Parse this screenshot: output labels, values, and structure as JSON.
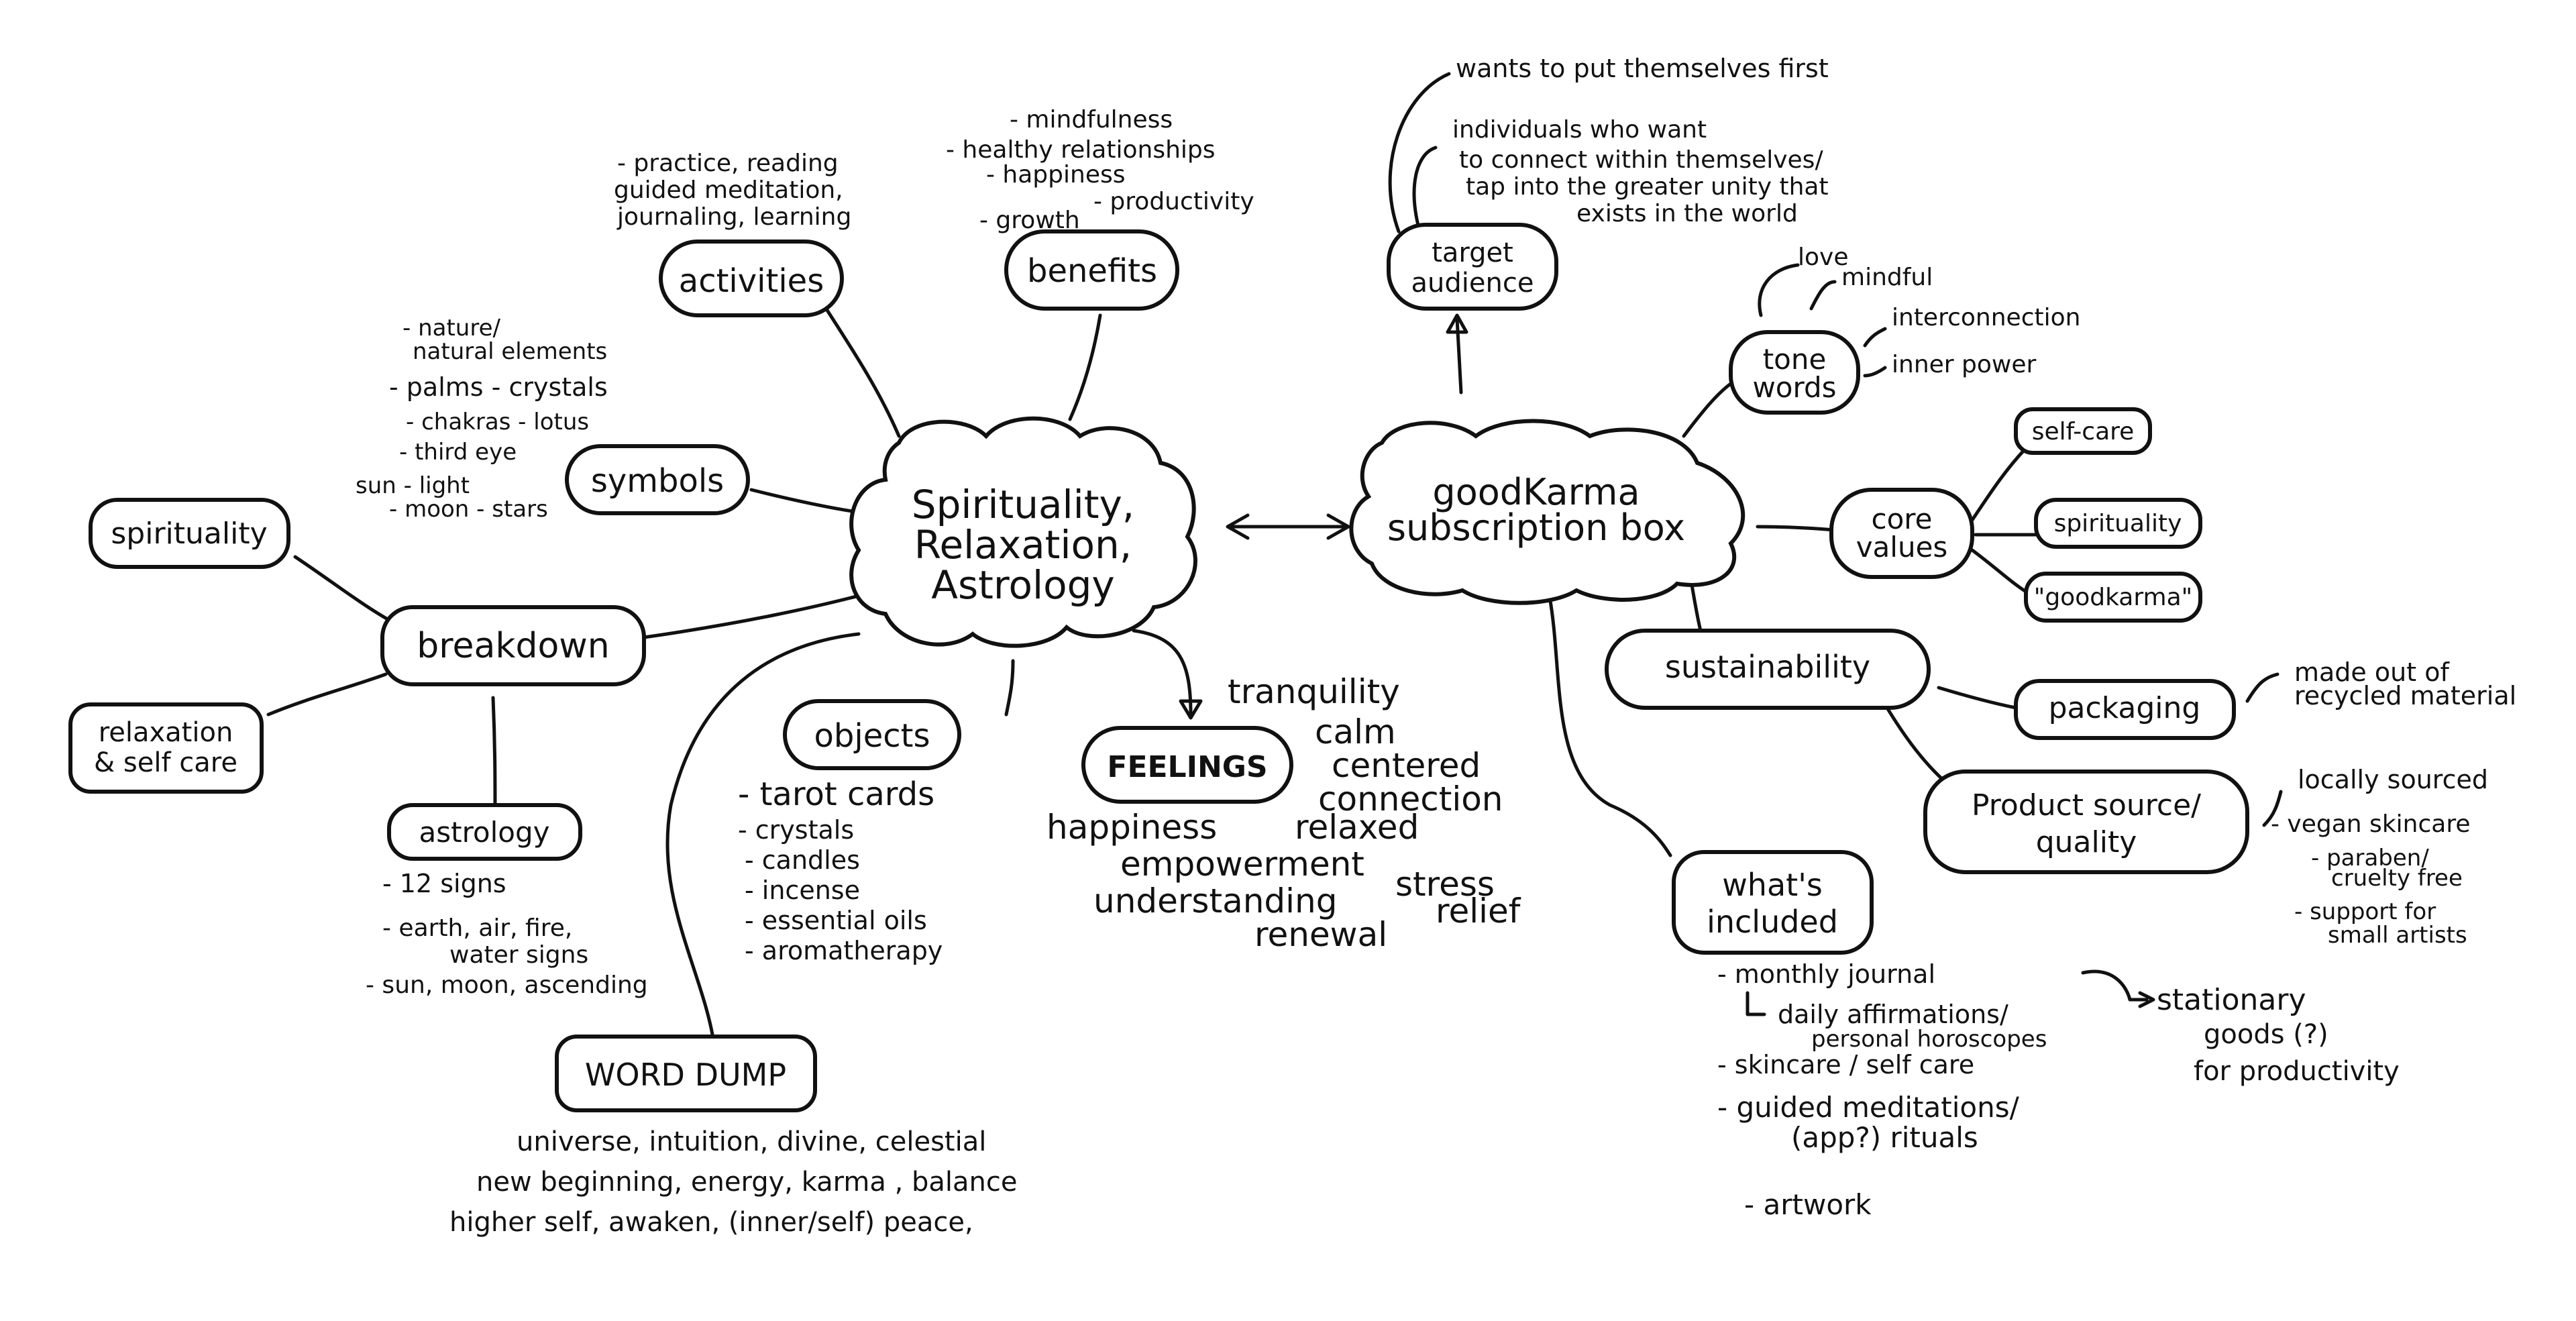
{
  "left_cloud": {
    "line1": "Spirituality,",
    "line2": "Relaxation,",
    "line3": "Astrology"
  },
  "right_cloud": {
    "line1": "goodKarma",
    "line2": "subscription box"
  },
  "activities": {
    "label": "activities",
    "notes": [
      "- practice, reading",
      "guided meditation,",
      "journaling, learning"
    ]
  },
  "benefits": {
    "label": "benefits",
    "notes": [
      "- mindfulness",
      "- healthy relationships",
      "- happiness",
      "- growth",
      "- productivity"
    ]
  },
  "symbols": {
    "label": "symbols",
    "notes": [
      "- nature/",
      "natural elements",
      "- palms  - crystals",
      "- chakras  - lotus",
      "- third eye",
      "sun - light",
      "- moon - stars"
    ]
  },
  "breakdown": {
    "label": "breakdown"
  },
  "spirituality_node": {
    "label": "spirituality"
  },
  "relaxation_node": {
    "line1": "relaxation",
    "line2": "& self care"
  },
  "astrology": {
    "label": "astrology",
    "notes": [
      "- 12 signs",
      "- earth, air, fire,",
      "water signs",
      "- sun, moon, ascending"
    ]
  },
  "objects": {
    "label": "objects",
    "notes": [
      "- tarot cards",
      "- crystals",
      "- candles",
      "- incense",
      "- essential oils",
      "- aromatherapy"
    ]
  },
  "feelings": {
    "label": "FEELINGS",
    "words": [
      "tranquility",
      "calm",
      "centered",
      "connection",
      "happiness",
      "relaxed",
      "empowerment",
      "understanding",
      "stress",
      "relief",
      "renewal"
    ]
  },
  "word_dump": {
    "label": "WORD DUMP",
    "lines": [
      "universe,  intuition,  divine,  celestial",
      "new beginning,    energy,  karma ,  balance",
      "higher self,   awaken,   (inner/self) peace,"
    ]
  },
  "target_audience": {
    "line1": "target",
    "line2": "audience",
    "notes": [
      "wants to put themselves first",
      "individuals who want",
      "to connect within themselves/",
      "tap into the greater unity that",
      "exists in the world"
    ]
  },
  "tone_words": {
    "line1": "tone",
    "line2": "words",
    "notes": [
      "love",
      "mindful",
      "interconnection",
      "inner power"
    ]
  },
  "core_values": {
    "line1": "core",
    "line2": "values",
    "items": [
      "self-care",
      "spirituality",
      "\"goodkarma\""
    ]
  },
  "sustainability": {
    "label": "sustainability",
    "packaging": {
      "label": "packaging",
      "notes": [
        "made out of",
        "recycled material"
      ]
    },
    "product_source": {
      "line1": "Product source/",
      "line2": "quality",
      "notes": [
        "locally sourced",
        "- vegan skincare",
        "- paraben/",
        "cruelty free",
        "- support for",
        "small artists"
      ]
    }
  },
  "whats_included": {
    "line1": "what's",
    "line2": "included",
    "notes": [
      "- monthly journal",
      "daily affirmations/",
      "personal horoscopes",
      "- skincare / self care",
      "- guided meditations/",
      "(app?) rituals",
      "- artwork"
    ],
    "side_note": [
      "stationary",
      "goods (?)",
      "for productivity"
    ]
  }
}
